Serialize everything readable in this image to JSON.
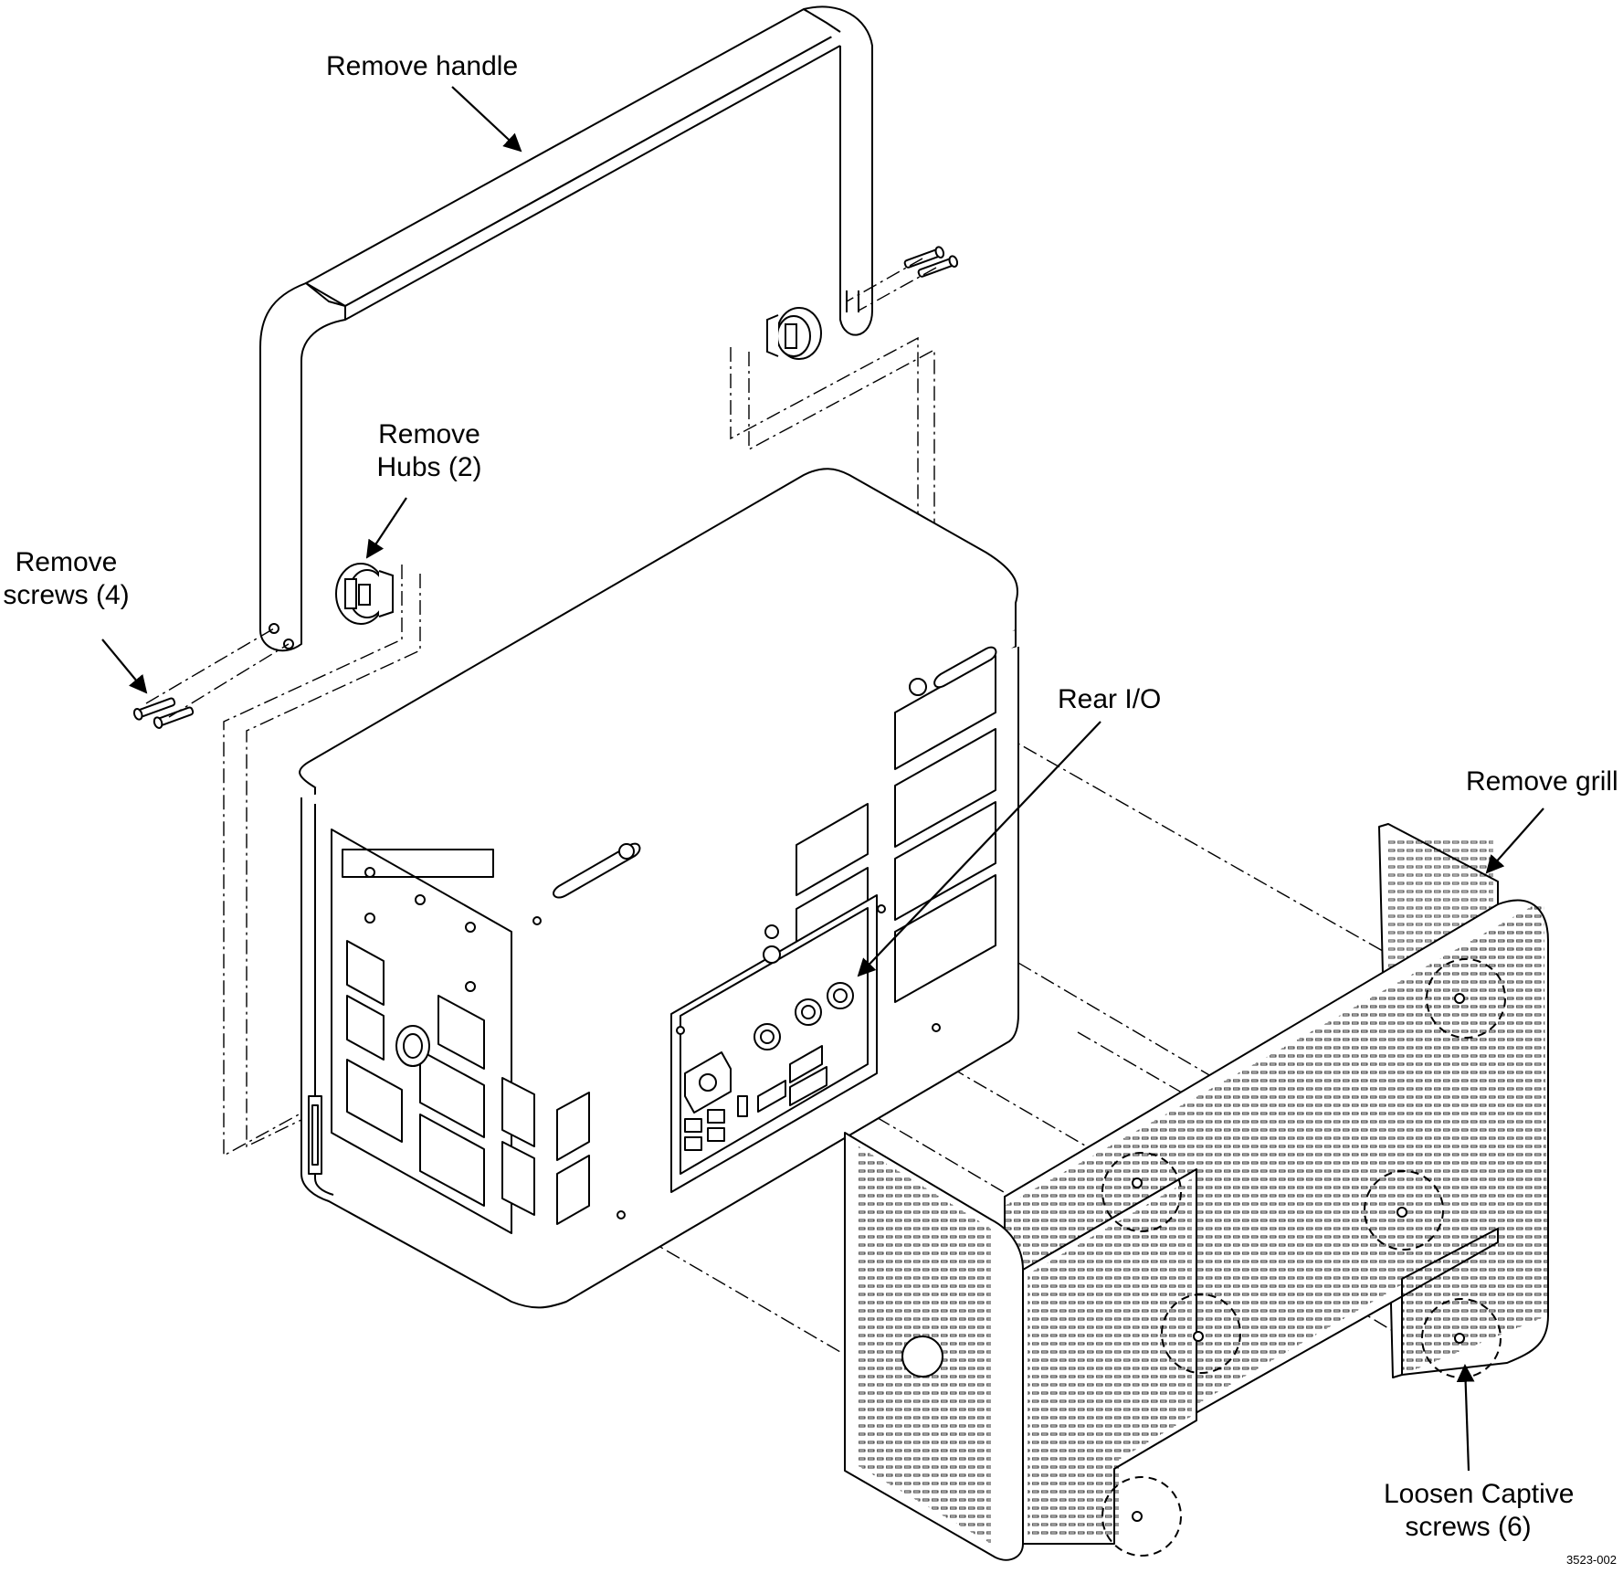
{
  "figure": {
    "number": "3523-002",
    "labels": {
      "remove_handle": "Remove handle",
      "remove_hubs_line1": "Remove",
      "remove_hubs_line2": "Hubs (2)",
      "remove_screws_line1": "Remove",
      "remove_screws_line2": "screws (4)",
      "rear_io": "Rear I/O",
      "remove_grill": "Remove grill",
      "loosen_line1": "Loosen Captive",
      "loosen_line2": "screws (6)"
    }
  },
  "colors": {
    "line": "#000000",
    "background": "#ffffff"
  }
}
